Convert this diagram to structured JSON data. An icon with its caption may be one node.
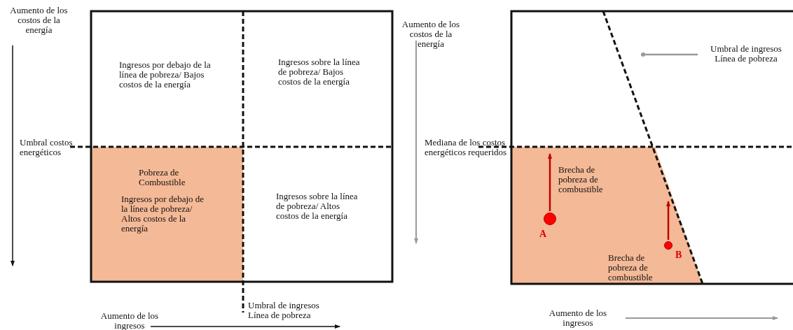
{
  "diagram": {
    "nodes": [
      {
        "text": [
          "Ingresos por debajo de la línea de pobreza/ Bajos costos de la energía"
        ]
      },
      {
        "text": [
          "Ingresos sobre la línea de pobreza/ Bajos costos de la energía"
        ]
      },
      {
        "text": [
          "Pobreza de Combustible",
          "Ingresos por debajo de la línea de pobreza/ Altos costos de la energía"
        ]
      },
      {
        "text": [
          "Ingresos sobre la línea de pobreza/ Altos costos de la energía"
        ]
      },
      {
        "text": [],
        "shape": "circle",
        "beside": [
          "A"
        ]
      },
      {
        "text": [],
        "shape": "circle",
        "beside": [
          "B"
        ]
      },
      {
        "text": [
          "Umbral de ingresos Línea de pobreza"
        ]
      }
    ],
    "edges": [
      {
        "from": 4,
        "to": null,
        "arrow": "to",
        "label": "Brecha de pobreza de combustible",
        "color": "#c00000"
      },
      {
        "from": 5,
        "to": null,
        "arrow": "to",
        "label": "Brecha de pobreza de combustible",
        "color": "#c00000"
      },
      {
        "from": 6,
        "to": null,
        "arrow": "other",
        "color": "#999999"
      }
    ],
    "labels": [
      "Aumento de los costos de la energía",
      "Umbral costos energéticos",
      "Umbral de ingresos Línea de pobreza",
      "Aumento de los ingresos",
      "Aumento de los costos de la energía",
      "Mediana de los costos energéticos requeridos",
      "Aumento de los ingresos"
    ]
  }
}
